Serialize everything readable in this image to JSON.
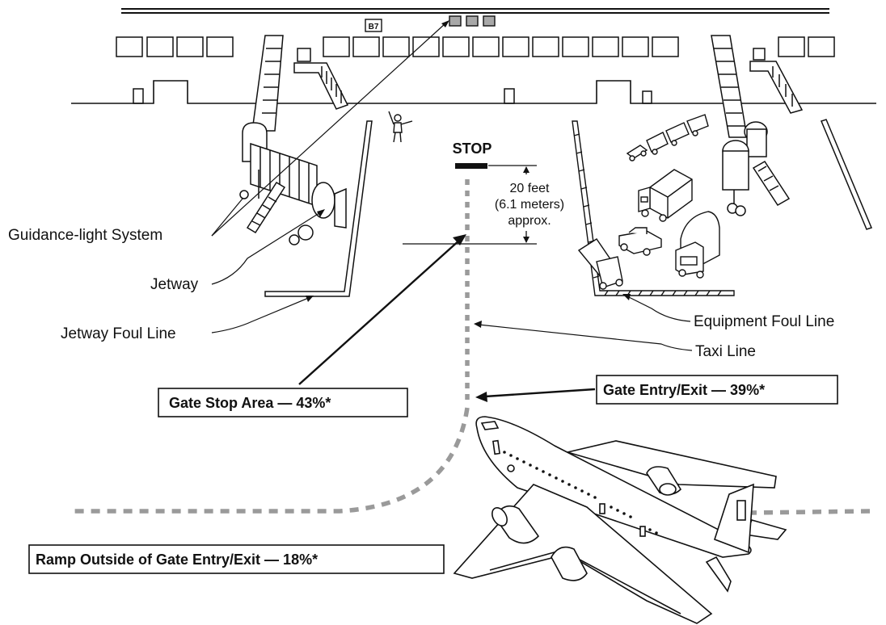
{
  "gate_sign": "B7",
  "stop_label": "STOP",
  "distance": {
    "line1": "20 feet",
    "line2": "(6.1 meters)",
    "line3": "approx."
  },
  "labels": {
    "guidance_light_system": "Guidance-light System",
    "jetway": "Jetway",
    "jetway_foul_line": "Jetway Foul Line",
    "equipment_foul_line": "Equipment Foul Line",
    "taxi_line": "Taxi Line"
  },
  "areas": {
    "gate_stop_area": "Gate Stop Area — 43%*",
    "gate_entry_exit": "Gate Entry/Exit — 39%*",
    "ramp_outside": "Ramp Outside of Gate Entry/Exit — 18%*"
  },
  "colors": {
    "ink": "#111111",
    "taxi_line": "#9a9a9a",
    "light_box": "#a8a8a8",
    "background": "#ffffff"
  }
}
